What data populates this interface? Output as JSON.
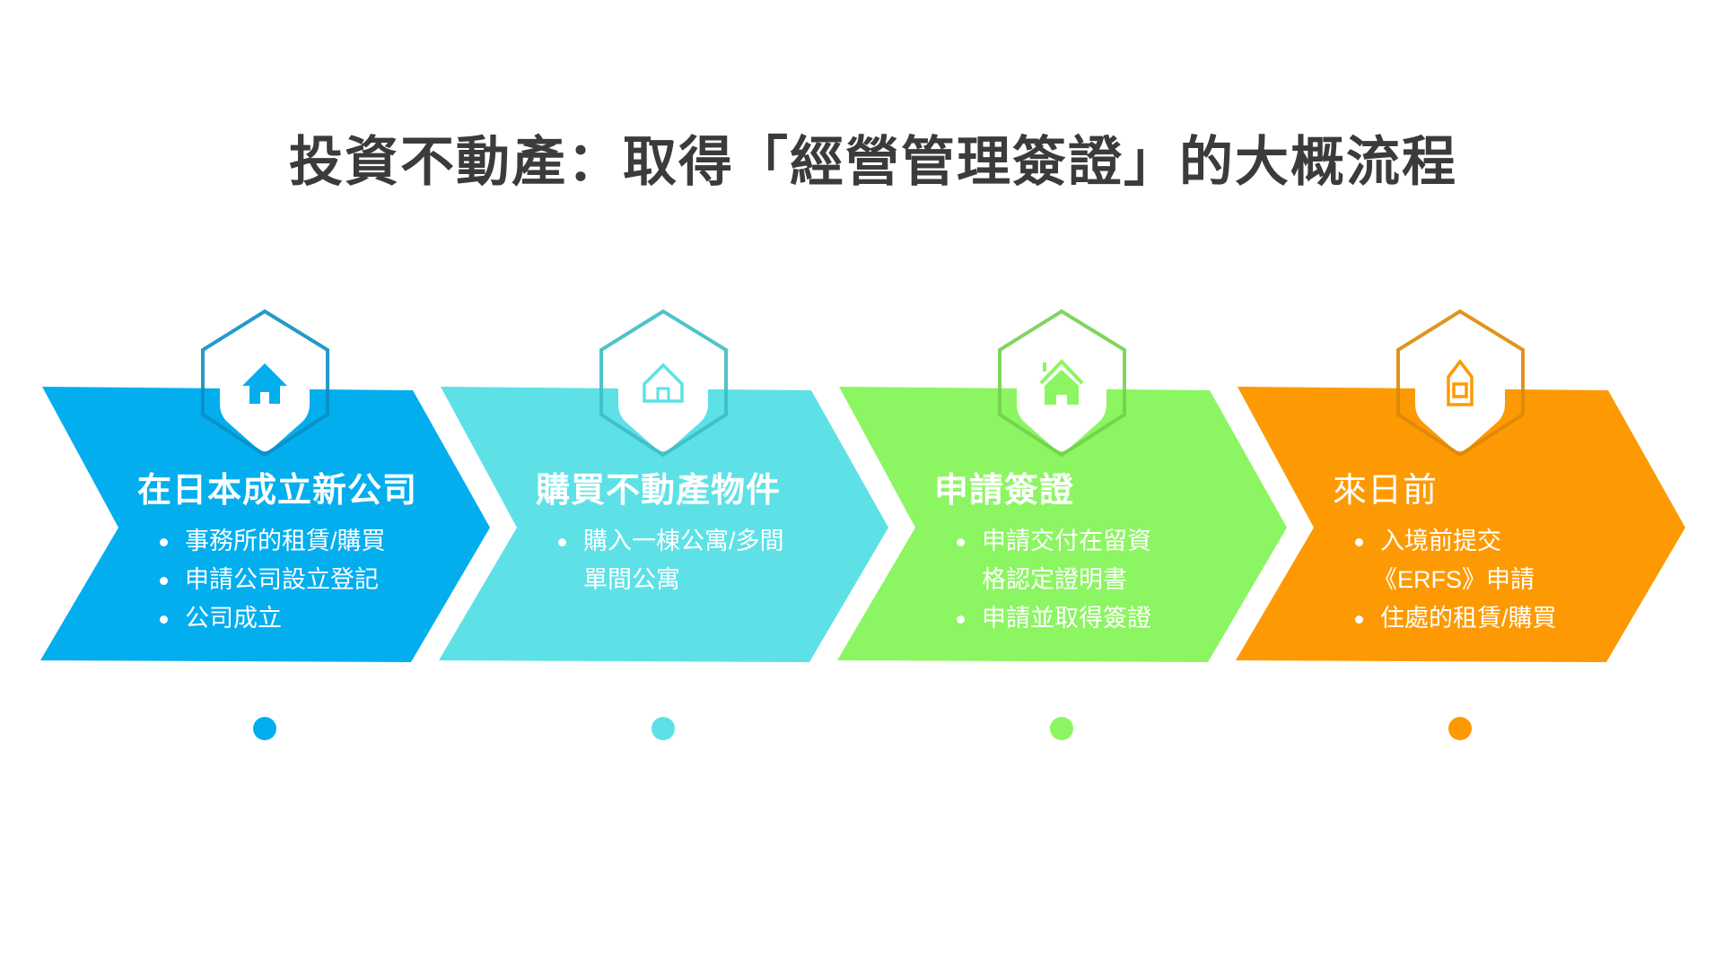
{
  "title": "投資不動產：取得「經營管理簽證」的大概流程",
  "steps": [
    {
      "title": "在日本成立新公司",
      "icon": "house-filled-icon",
      "color": "#03aeef",
      "hex_color": "#0a8fc4",
      "bullets": [
        [
          "事務所的租賃/購買"
        ],
        [
          "申請公司設立登記"
        ],
        [
          "公司成立"
        ]
      ]
    },
    {
      "title": "購買不動產物件",
      "icon": "house-outline-icon",
      "color": "#5de1e6",
      "hex_color": "#3dbdc4",
      "bullets": [
        [
          "購入一棟公寓/多間",
          "單間公寓"
        ]
      ]
    },
    {
      "title": "申請簽證",
      "icon": "house-chimney-icon",
      "color": "#8cf562",
      "hex_color": "#72d04d",
      "bullets": [
        [
          "申請交付在留資",
          "格認定證明書"
        ],
        [
          "申請並取得簽證"
        ]
      ]
    },
    {
      "title": "來日前",
      "icon": "house-tall-icon",
      "color": "#fd9a03",
      "hex_color": "#dc8808",
      "bullets": [
        [
          "入境前提交",
          "《ERFS》申請"
        ],
        [
          "住處的租賃/購買"
        ]
      ]
    }
  ]
}
